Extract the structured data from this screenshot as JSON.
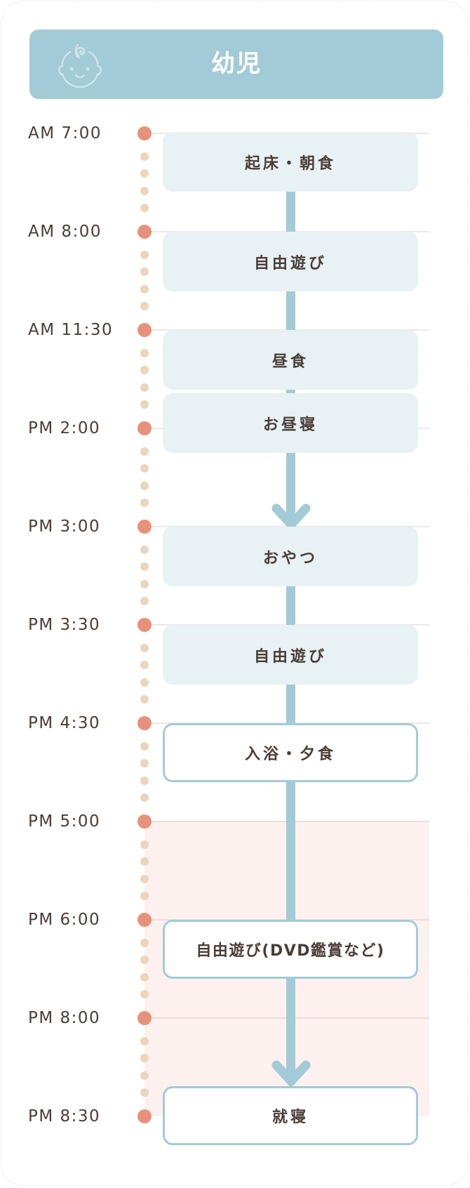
{
  "header": {
    "title": "幼児",
    "icon": "baby-face-icon",
    "background_color": "#a3cbd7"
  },
  "colors": {
    "accent_blue": "#a3cbd7",
    "box_fill": "#e8f1f4",
    "hour_dot": "#e8917a",
    "minor_dot": "#ead5bd",
    "night_band": "#fcf1ef",
    "text": "#4a3c38"
  },
  "timeline": {
    "times": [
      "AM 7:00",
      "AM 8:00",
      "AM 11:30",
      "PM 2:00",
      "PM 3:00",
      "PM 3:30",
      "PM 4:30",
      "PM 5:00",
      "PM 6:00",
      "PM 8:00",
      "PM 8:30"
    ],
    "night_band_range": [
      "PM 5:00",
      "PM 8:30"
    ]
  },
  "activities": [
    {
      "label": "起床・朝食",
      "start": "AM 7:00",
      "style": "filled"
    },
    {
      "label": "自由遊び",
      "start": "AM 8:00",
      "style": "filled"
    },
    {
      "label": "昼食",
      "start": "AM 11:30",
      "style": "filled"
    },
    {
      "label": "お昼寝",
      "start": "PM 2:00",
      "style": "filled"
    },
    {
      "label": "おやつ",
      "start": "PM 3:00",
      "style": "filled"
    },
    {
      "label": "自由遊び",
      "start": "PM 3:30",
      "style": "filled"
    },
    {
      "label": "入浴・夕食",
      "start": "PM 4:30",
      "style": "outlined"
    },
    {
      "label": "自由遊び(DVD鑑賞など)",
      "start": "PM 6:00",
      "style": "outlined"
    },
    {
      "label": "就寝",
      "start": "PM 8:30",
      "style": "outlined"
    }
  ]
}
